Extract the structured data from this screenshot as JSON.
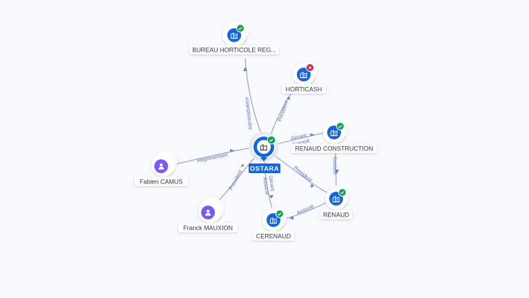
{
  "center": {
    "label": "OSTARA",
    "status": "active",
    "icon": "company-icon"
  },
  "nodes": [
    {
      "id": "bureau",
      "label": "BUREAU HORTICOLE REG...",
      "type": "company",
      "status": "active"
    },
    {
      "id": "horticash",
      "label": "HORTICASH",
      "type": "company",
      "status": "closed"
    },
    {
      "id": "renaud-construction",
      "label": "RENAUD CONSTRUCTION",
      "type": "company",
      "status": "active"
    },
    {
      "id": "renaud",
      "label": "RENAUD",
      "type": "company",
      "status": "active"
    },
    {
      "id": "cerenaud",
      "label": "CERENAUD",
      "type": "company",
      "status": "active"
    },
    {
      "id": "fabien",
      "label": "Fabien CAMUS",
      "type": "person"
    },
    {
      "id": "franck",
      "label": "Franck MAUXION",
      "type": "person"
    }
  ],
  "edges": [
    {
      "from": "ostara",
      "to": "bureau",
      "label": "Administrateur"
    },
    {
      "from": "ostara",
      "to": "horticash",
      "label": "President"
    },
    {
      "from": "ostara",
      "to": "renaud-construction",
      "label": "Gérant",
      "label2": "Associé"
    },
    {
      "from": "ostara",
      "to": "renaud",
      "label": "President"
    },
    {
      "from": "ostara",
      "to": "cerenaud",
      "label": "Gérant",
      "label2": "Associé"
    },
    {
      "from": "fabien",
      "to": "ostara",
      "label": "Représentant"
    },
    {
      "from": "franck",
      "to": "ostara",
      "label": "President"
    },
    {
      "from": "renaud-construction",
      "to": "renaud",
      "label": "Associé"
    },
    {
      "from": "renaud",
      "to": "cerenaud",
      "label": "Associé"
    }
  ],
  "colors": {
    "company": "#1565e0",
    "person": "#7b5cf0",
    "active": "#12a150",
    "closed": "#d6184a",
    "edge": "#8a93a6",
    "edge_label": "#5a6fd1"
  }
}
